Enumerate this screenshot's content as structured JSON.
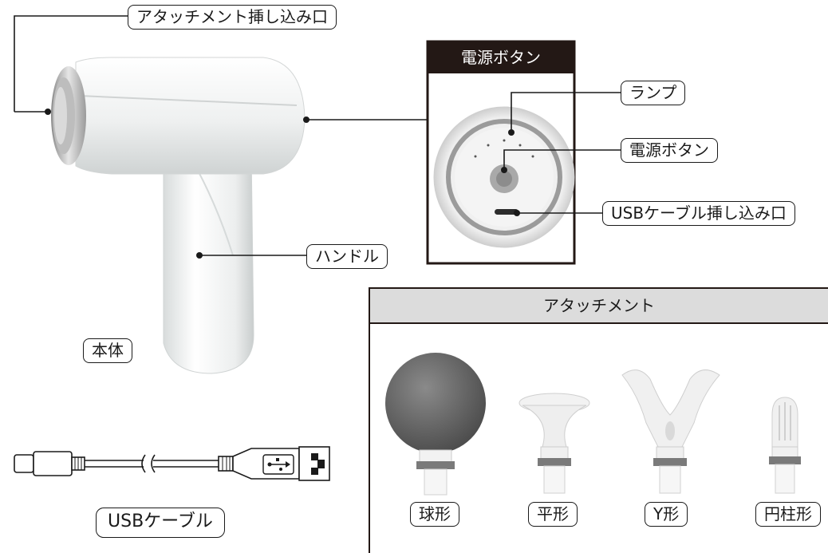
{
  "main_unit": {
    "label_attachment_port": "アタッチメント挿し込み口",
    "label_handle": "ハンドル",
    "label_body": "本体"
  },
  "power_panel": {
    "title": "電源ボタン",
    "label_lamp": "ランプ",
    "label_power_button": "電源ボタン",
    "label_usb_port": "USBケーブル挿し込み口"
  },
  "cable": {
    "label": "USBケーブル"
  },
  "attachments": {
    "title": "アタッチメント",
    "items": [
      {
        "label": "球形"
      },
      {
        "label": "平形"
      },
      {
        "label": "Y形"
      },
      {
        "label": "円柱形"
      }
    ]
  },
  "colors": {
    "panel_dark": "#231815",
    "panel_header_light": "#dcdcdc",
    "line": "#1a1a1a"
  }
}
